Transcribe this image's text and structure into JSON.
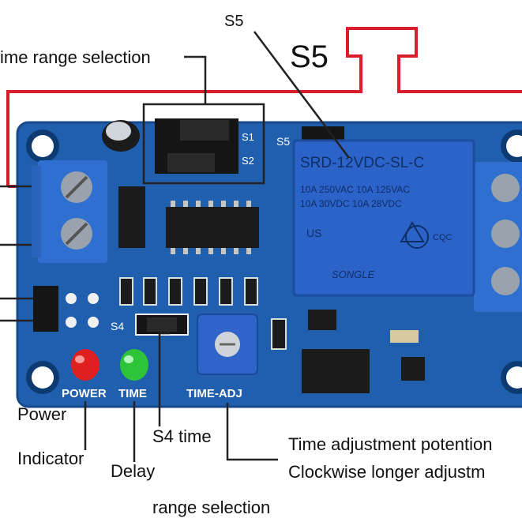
{
  "labels": {
    "s5_top": "S5",
    "s5_big": "S5",
    "time_range": "ime range selection",
    "power": "Power",
    "indicator": "Indicator",
    "delay": "Delay",
    "s4_time": "S4 time",
    "range_selection": "range selection",
    "time_adj_1": "Time adjustment potention",
    "time_adj_2": "Clockwise longer adjustm"
  },
  "board": {
    "s1": "S1",
    "s2": "S2",
    "s4": "S4",
    "s5": "S5",
    "power": "POWER",
    "time": "TIME",
    "time_adj": "TIME-ADJ",
    "relay": {
      "model": "SRD-12VDC-SL-C",
      "line1": "10A 250VAC  10A 125VAC",
      "line2": "10A 30VDC  10A 28VDC",
      "brand": "SONGLE",
      "cert_us": "US",
      "cert_cqc": "CQC"
    }
  },
  "colors": {
    "board": "#1f5fae",
    "terminal": "#2e6fd0",
    "relay": "#2c63c9",
    "red_wire": "#d81e2a",
    "led_red": "#e02020",
    "led_green": "#2ec43a"
  }
}
